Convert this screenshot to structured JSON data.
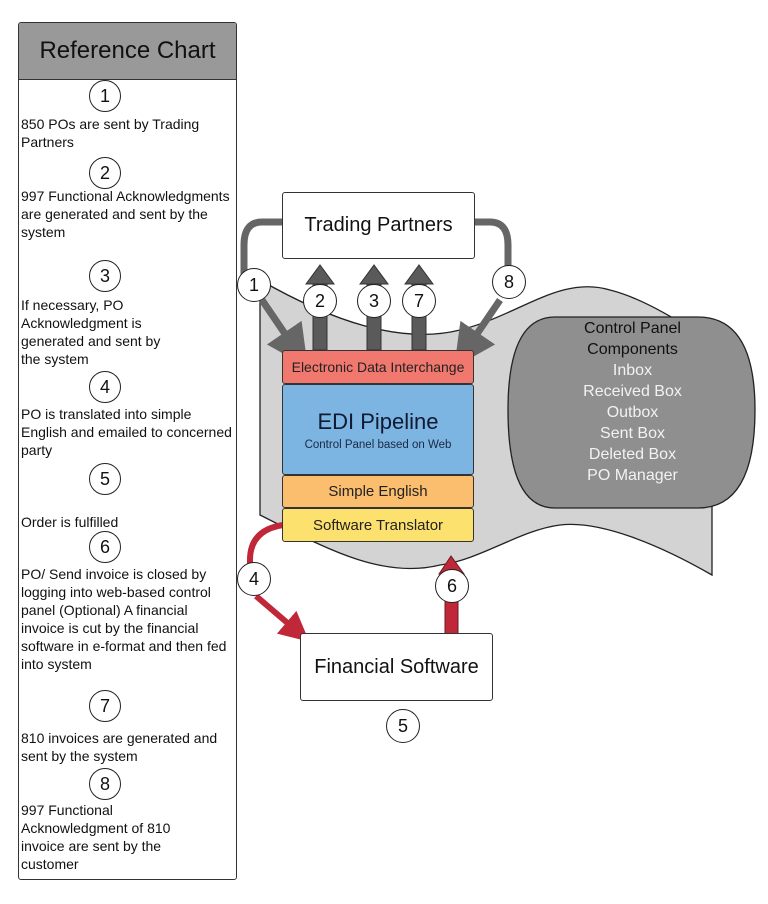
{
  "reference_chart": {
    "title": "Reference Chart",
    "items": [
      {
        "num": "1",
        "text": "850 POs are sent by Trading Partners"
      },
      {
        "num": "2",
        "text": "997 Functional Acknowledgments are generated and sent by the system"
      },
      {
        "num": "3",
        "text": "If necessary, PO Acknowledgment is generated and sent by the system"
      },
      {
        "num": "4",
        "text": "PO is translated into simple English and emailed to concerned party"
      },
      {
        "num": "5",
        "text": "Order is fulfilled"
      },
      {
        "num": "6",
        "text": "PO/ Send invoice is closed by logging into web-based control panel (Optional) A financial invoice is cut by the financial software in e-format and then fed into system"
      },
      {
        "num": "7",
        "text": "810 invoices are generated and sent by the system"
      },
      {
        "num": "8",
        "text": "997 Functional Acknowledgment  of 810 invoice are sent by the customer"
      }
    ]
  },
  "diagram": {
    "trading_partners": "Trading Partners",
    "financial_software": "Financial Software",
    "layers": {
      "edi": "Electronic Data Interchange",
      "pipeline_title": "EDI Pipeline",
      "pipeline_subtitle": "Control Panel based on Web",
      "simple_english": "Simple English",
      "software_translator": "Software Translator"
    },
    "control_panel": {
      "title_line1": "Control Panel",
      "title_line2": "Components",
      "items": [
        "Inbox",
        "Received Box",
        "Outbox",
        "Sent Box",
        "Deleted Box",
        "PO Manager"
      ]
    },
    "step_numbers": {
      "n1": "1",
      "n2": "2",
      "n3": "3",
      "n4": "4",
      "n5": "5",
      "n6": "6",
      "n7": "7",
      "n8": "8"
    },
    "colors": {
      "edi": "#f0786e",
      "pipeline": "#7cb4e2",
      "simple_english": "#fbbd6e",
      "software_translator": "#fde16e",
      "control_panel": "#8f8f8f",
      "wave": "#d3d3d3",
      "grey_arrow": "#5a5a5a",
      "red_arrow": "#c0283a"
    }
  }
}
